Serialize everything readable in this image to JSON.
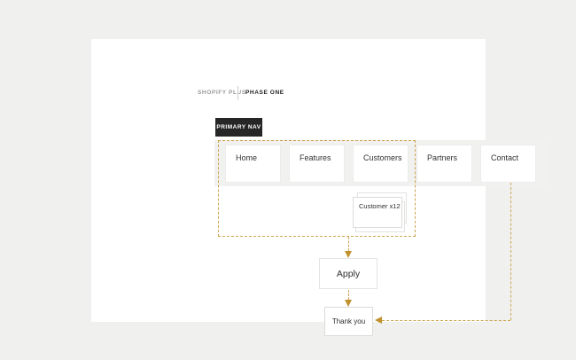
{
  "header": {
    "brand": "SHOPIFY PLUS",
    "phase": "PHASE ONE"
  },
  "primary_nav": {
    "tag": "PRIMARY NAV",
    "items": [
      "Home",
      "Features",
      "Customers",
      "Partners",
      "Contact"
    ]
  },
  "customer_stack": {
    "label": "Customer x12"
  },
  "flow": {
    "apply": "Apply",
    "thank_you": "Thank you"
  },
  "colors": {
    "page_bg": "#f0f0ee",
    "panel_bg": "#ffffff",
    "tag_bg": "#262626",
    "nav_strip_bg": "#f1f1ef",
    "dash_accent": "#cda452",
    "arrow_head": "#c0912d"
  }
}
